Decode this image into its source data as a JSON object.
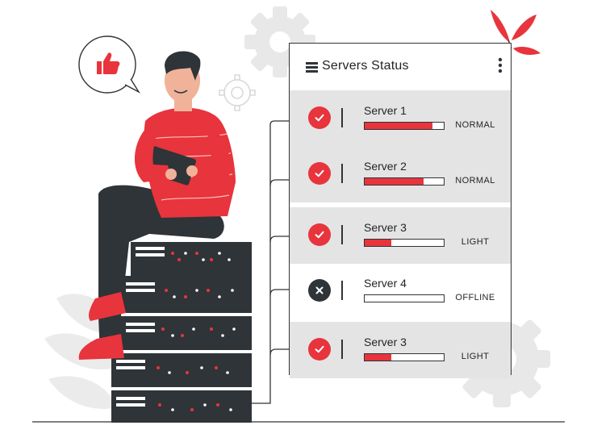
{
  "panel": {
    "title": "Servers Status",
    "servers": [
      {
        "name": "Server 1",
        "status": "NORMAL",
        "load": 0.86,
        "ok": true
      },
      {
        "name": "Server 2",
        "status": "NORMAL",
        "load": 0.74,
        "ok": true
      },
      {
        "name": "Server 3",
        "status": "LIGHT",
        "load": 0.34,
        "ok": true
      },
      {
        "name": "Server 4",
        "status": "OFFLINE",
        "load": 0,
        "ok": false
      },
      {
        "name": "Server 3",
        "status": "LIGHT",
        "load": 0.34,
        "ok": true
      }
    ]
  },
  "icons": {
    "header_menu": "list-icon",
    "header_more": "kebab-menu-icon",
    "ok": "check-icon",
    "offline": "close-icon",
    "thumb": "thumbs-up-icon"
  },
  "colors": {
    "accent": "#e8343c",
    "dark": "#2f3438",
    "row_alt": "#e4e4e4",
    "decor_gray": "#e6e6e6"
  }
}
